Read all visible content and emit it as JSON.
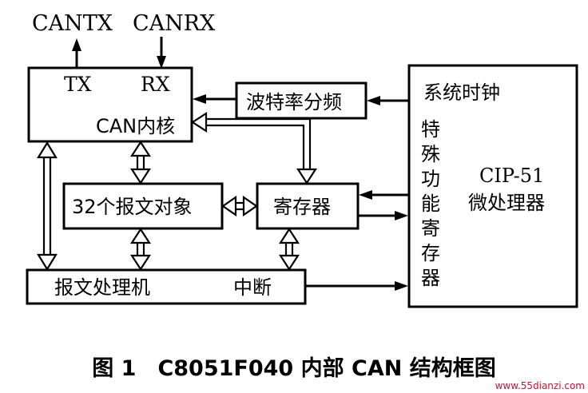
{
  "pins": {
    "tx_out": "CANTX",
    "rx_in": "CANRX"
  },
  "can_core": {
    "tx": "TX",
    "rx": "RX",
    "name": "CAN内核"
  },
  "baud_divider": "波特率分频",
  "message_objects": "32个报文对象",
  "registers": "寄存器",
  "message_handler": {
    "name": "报文处理机",
    "interrupt": "中断"
  },
  "cpu_block": {
    "clock": "系统时钟",
    "sfr_chars": [
      "特",
      "殊",
      "功",
      "能",
      "寄",
      "存",
      "器"
    ],
    "cpu_line1": "CIP-51",
    "cpu_line2": "微处理器"
  },
  "caption": "图 1　C8051F040 内部 CAN 结构框图",
  "watermark": "www.55dianzi.com"
}
